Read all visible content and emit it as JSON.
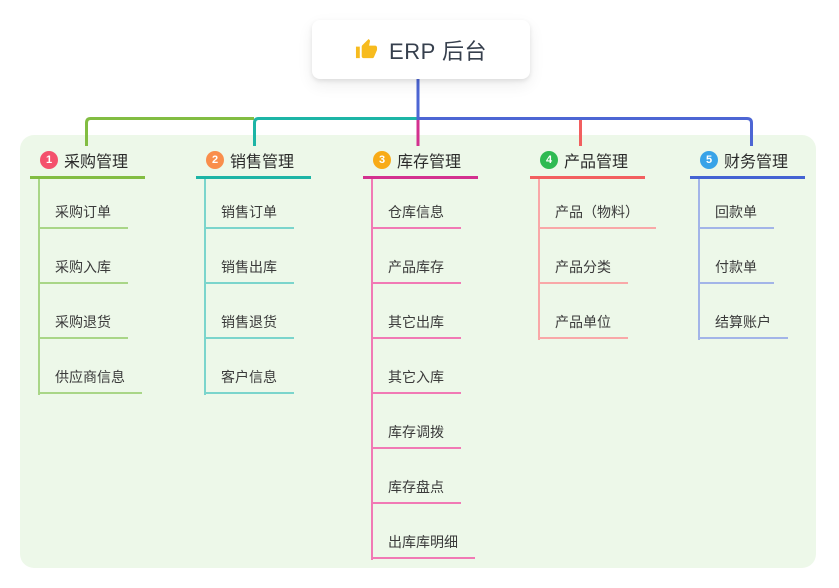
{
  "page": {
    "background": "#ffffff",
    "panel_background": "#edf8e9"
  },
  "root": {
    "title": "ERP 后台",
    "icon": "thumbs-up-icon",
    "icon_color": "#f7bb1e",
    "stem_color": "#4d66d4"
  },
  "branches": [
    {
      "index": "1",
      "label": "采购管理",
      "badge_color": "#f4516c",
      "line_color": "#82bd42",
      "light_color": "#a9d687",
      "children": [
        "采购订单",
        "采购入库",
        "采购退货",
        "供应商信息"
      ]
    },
    {
      "index": "2",
      "label": "销售管理",
      "badge_color": "#f98e4c",
      "line_color": "#1db5a6",
      "light_color": "#7bd5cc",
      "children": [
        "销售订单",
        "销售出库",
        "销售退货",
        "客户信息"
      ]
    },
    {
      "index": "3",
      "label": "库存管理",
      "badge_color": "#f8ab17",
      "line_color": "#d3318f",
      "light_color": "#f17ab5",
      "children": [
        "仓库信息",
        "产品库存",
        "其它出库",
        "其它入库",
        "库存调拨",
        "库存盘点",
        "出库库明细"
      ]
    },
    {
      "index": "4",
      "label": "产品管理",
      "badge_color": "#2fba52",
      "line_color": "#f25f5f",
      "light_color": "#f9a8a8",
      "children": [
        "产品（物料）",
        "产品分类",
        "产品单位"
      ]
    },
    {
      "index": "5",
      "label": "财务管理",
      "badge_color": "#38a3e8",
      "line_color": "#4463d3",
      "light_color": "#a3b5e8",
      "children": [
        "回款单",
        "付款单",
        "结算账户"
      ]
    }
  ]
}
